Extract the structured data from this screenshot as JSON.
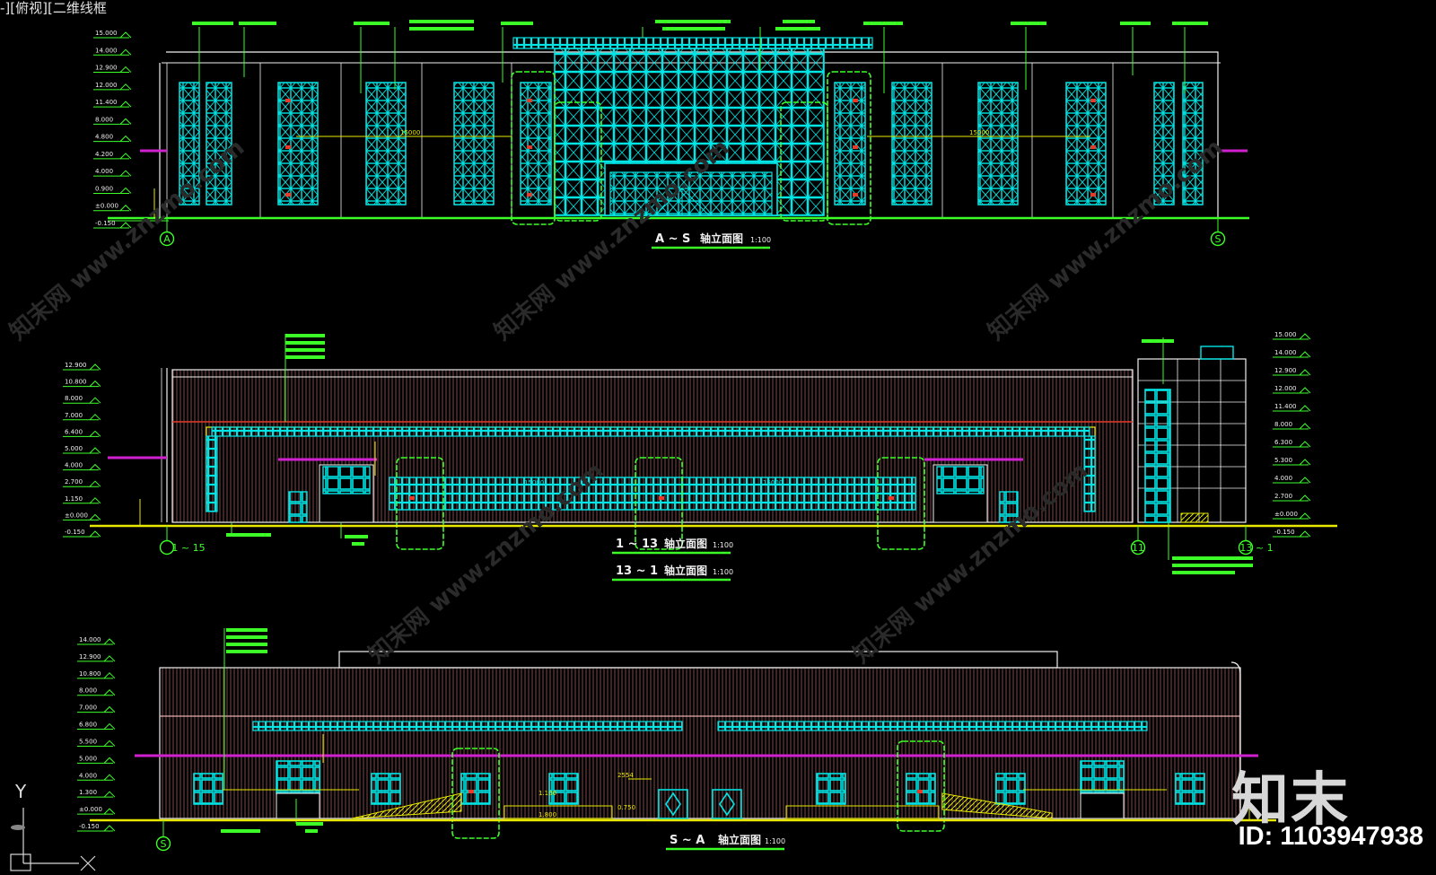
{
  "viewport_label": "-][俯视][二维线框",
  "watermark_text": "知末网 www.znzmo.com",
  "brand": "知末",
  "id_label": "ID: 1103947938",
  "ucs": {
    "y": "Y",
    "x": "X"
  },
  "colors": {
    "background": "#000000",
    "cyan": "#00e5e5",
    "green": "#3cff28",
    "yellow": "#e8e800",
    "magenta": "#d020d0",
    "red": "#e83a2a",
    "white": "#f0f0f0",
    "wall": "#9a6a6a"
  },
  "elevations": [
    {
      "key": "e1",
      "title_axis": "A ~ S",
      "title_text": "轴立面图",
      "scale": "1:100",
      "axis_left": "A",
      "axis_right": "S",
      "dims": [
        "15000",
        "15000"
      ],
      "levels_left": [
        "15.000",
        "14.000",
        "12.900",
        "12.000",
        "11.400",
        "8.000",
        "4.800",
        "4.200",
        "4.000",
        "0.900",
        "±0.000",
        "-0.150"
      ],
      "levels_right": []
    },
    {
      "key": "e2",
      "title_axis": "1 ~ 13",
      "title_text": "轴立面图",
      "scale": "1:100",
      "title2_axis": "13 ~ 1",
      "title2_text": "轴立面图",
      "scale2": "1:100",
      "axis_left": "1 ~ 15",
      "axis_mid": "11",
      "axis_right": "13 ~ 1",
      "dims": [
        "15000",
        "15000"
      ],
      "levels_left": [
        "12.900",
        "10.800",
        "8.000",
        "7.000",
        "6.400",
        "5.000",
        "4.000",
        "2.700",
        "1.150",
        "±0.000",
        "-0.150"
      ],
      "levels_right": [
        "15.000",
        "14.000",
        "12.900",
        "12.000",
        "11.400",
        "8.000",
        "6.300",
        "5.300",
        "4.000",
        "2.700",
        "±0.000",
        "-0.150"
      ]
    },
    {
      "key": "e3",
      "title_axis": "S ~ A",
      "title_text": "轴立面图",
      "scale": "1:100",
      "axis_left": "S",
      "dims": [
        "2554",
        "1.100",
        "0.750",
        "1.800"
      ],
      "levels_left": [
        "14.000",
        "12.900",
        "10.800",
        "8.000",
        "7.000",
        "6.800",
        "5.500",
        "5.000",
        "4.000",
        "1.300",
        "±0.000",
        "-0.150"
      ],
      "levels_right": []
    }
  ]
}
